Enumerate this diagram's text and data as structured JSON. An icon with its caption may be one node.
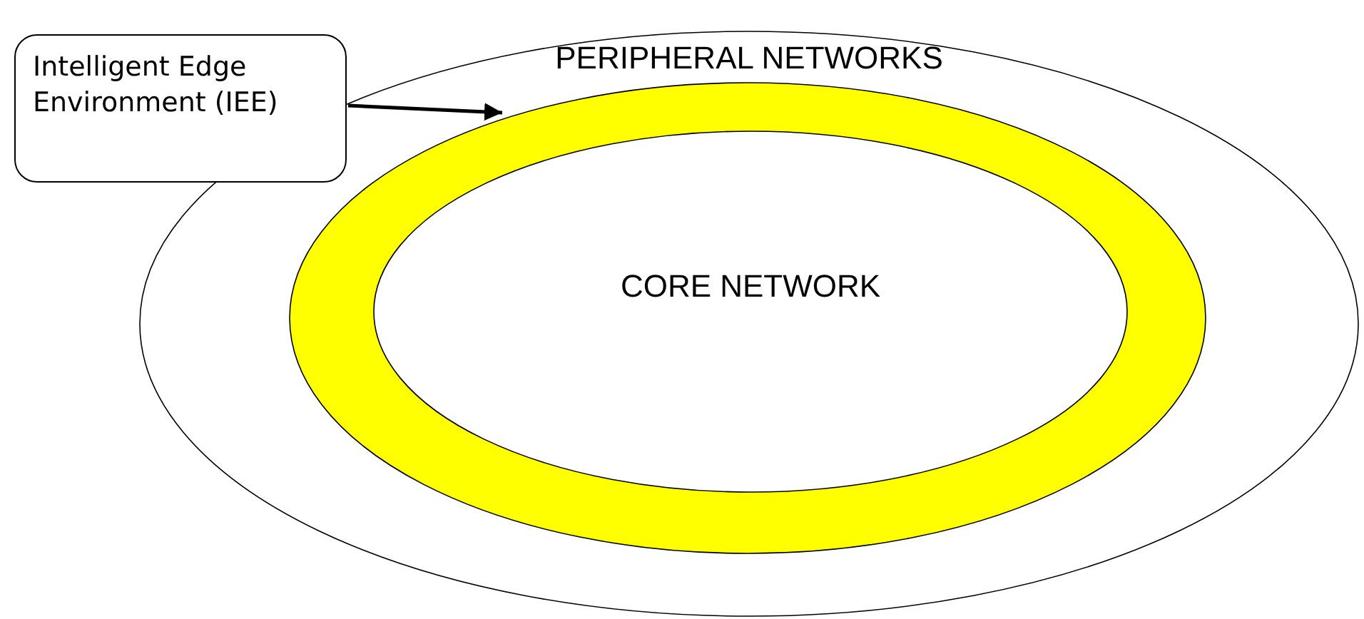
{
  "diagram": {
    "nodes": [
      {
        "text": [
          "PERIPHERAL NETWORKS"
        ]
      },
      {
        "text": [],
        "shape": "ellipse",
        "in": 0
      },
      {
        "text": [
          "CORE NETWORK"
        ],
        "in": 1
      },
      {
        "text": [
          "Intelligent Edge Environment (IEE)"
        ]
      }
    ],
    "edges": [
      {
        "from": 3,
        "to": 1,
        "arrow": "to"
      }
    ]
  }
}
